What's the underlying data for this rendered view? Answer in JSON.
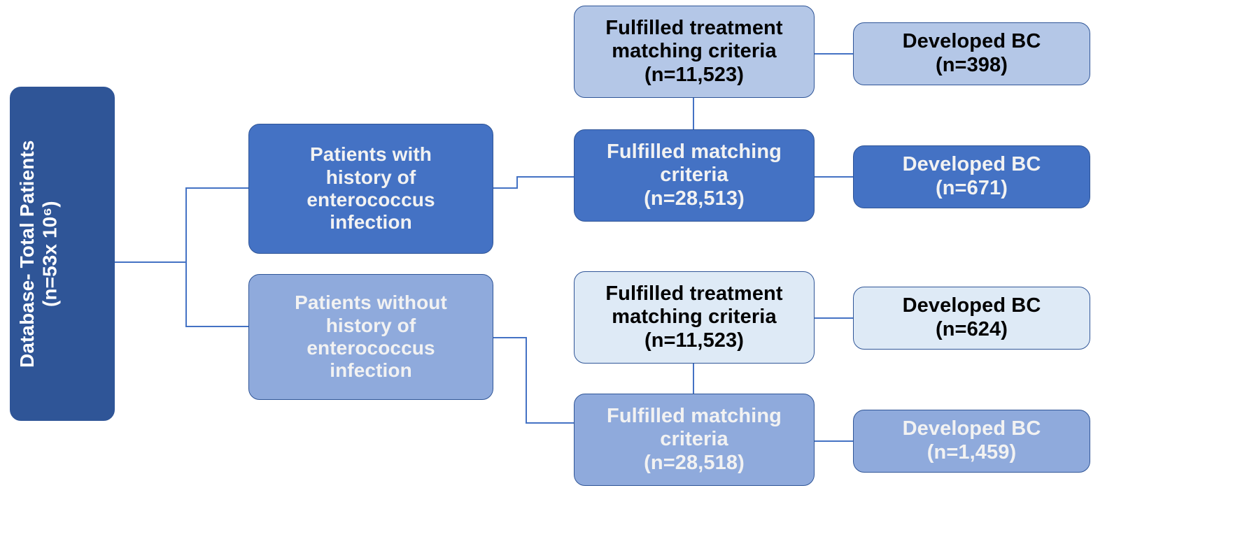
{
  "diagram": {
    "title_semantic": "patient-cohort-flow-diagram",
    "colors": {
      "navy": "#2F5597",
      "blue": "#4472C4",
      "mid_blue": "#8FAADC",
      "light_blue": "#B4C7E7",
      "pale_blue": "#DEEAF6",
      "connector": "#4472C4",
      "text_light": "#F2F2F2",
      "text_dark": "#000000",
      "background": "#FFFFFF"
    },
    "nodes": {
      "database": {
        "label": "Database- Total Patients\n(n=53x 10⁶)",
        "line1": "Database- Total Patients",
        "line2": "(n=53x 10⁶)",
        "n": "53x 10^6",
        "orientation": "vertical",
        "style": "navy"
      },
      "with_history": {
        "label": "Patients with\nhistory of\nenterococcus\ninfection",
        "style": "blue"
      },
      "without_history": {
        "label": "Patients without\nhistory of\nenterococcus\ninfection",
        "style": "mid_blue"
      },
      "top_treatment_matching": {
        "label": "Fulfilled treatment\nmatching criteria\n(n=11,523)",
        "n": "11,523",
        "style": "light_blue"
      },
      "top_matching": {
        "label": "Fulfilled matching\ncriteria\n(n=28,513)",
        "n": "28,513",
        "style": "blue"
      },
      "bottom_treatment_matching": {
        "label": "Fulfilled treatment\nmatching criteria\n(n=11,523)",
        "n": "11,523",
        "style": "pale_blue"
      },
      "bottom_matching": {
        "label": "Fulfilled matching\ncriteria\n(n=28,518)",
        "n": "28,518",
        "style": "mid_blue"
      },
      "bc_top_treatment": {
        "label": "Developed BC\n(n=398)",
        "n": "398",
        "style": "light_blue"
      },
      "bc_top_matching": {
        "label": "Developed BC\n(n=671)",
        "n": "671",
        "style": "blue"
      },
      "bc_bottom_treatment": {
        "label": "Developed BC\n(n=624)",
        "n": "624",
        "style": "pale_blue"
      },
      "bc_bottom_matching": {
        "label": "Developed BC\n(n=1,459)",
        "n": "1,459",
        "style": "mid_blue"
      }
    }
  }
}
